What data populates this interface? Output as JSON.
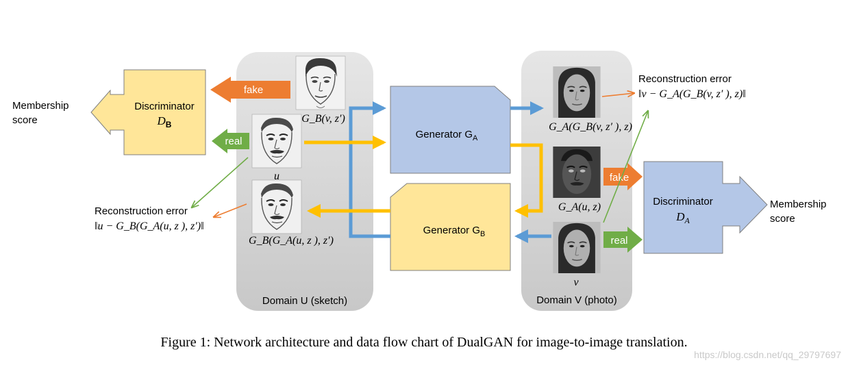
{
  "domain_u": {
    "label": "Domain U (sketch)"
  },
  "domain_v": {
    "label": "Domain V (photo)"
  },
  "discriminator_b": {
    "title": "Discriminator",
    "symbol": "D",
    "sub": "B"
  },
  "discriminator_a": {
    "title": "Discriminator",
    "symbol": "D",
    "sub": "A"
  },
  "generator_a": {
    "label": "Generator G",
    "sub": "A"
  },
  "generator_b": {
    "label": "Generator G",
    "sub": "B"
  },
  "membership_left": {
    "line1": "Membership",
    "line2": "score"
  },
  "membership_right": {
    "line1": "Membership",
    "line2": "score"
  },
  "tags": {
    "fake": "fake",
    "real": "real"
  },
  "labels": {
    "gb_v_z": "G_B(v, z′)",
    "u": "u",
    "gb_ga_u": "G_B(G_A(u, z ), z′)",
    "ga_gb_v": "G_A(G_B(v, z′ ), z)",
    "ga_u_z": "G_A(u, z)",
    "v": "v"
  },
  "recon_left": {
    "title": "Reconstruction error",
    "formula": "‖u − G_B(G_A(u, z ), z′)‖"
  },
  "recon_right": {
    "title": "Reconstruction error",
    "formula": "‖v − G_A(G_B(v, z′ ), z)‖"
  },
  "caption": "Figure 1: Network architecture and data flow chart of DualGAN for image-to-image translation.",
  "watermark": "https://blog.csdn.net/qq_29797697",
  "colors": {
    "blue_arrow": "#5b9bd5",
    "yellow_arrow": "#ffc000",
    "orange": "#ed7d31",
    "green": "#70ad47",
    "gen_a_fill": "#b4c7e7",
    "gen_b_fill": "#ffe699",
    "disc_b_fill": "#ffe699",
    "disc_a_fill": "#b4c7e7",
    "domain_fill": "#d0d0d0"
  },
  "icons": [
    "sketch-face-icon",
    "photo-face-icon",
    "dark-face-icon"
  ]
}
